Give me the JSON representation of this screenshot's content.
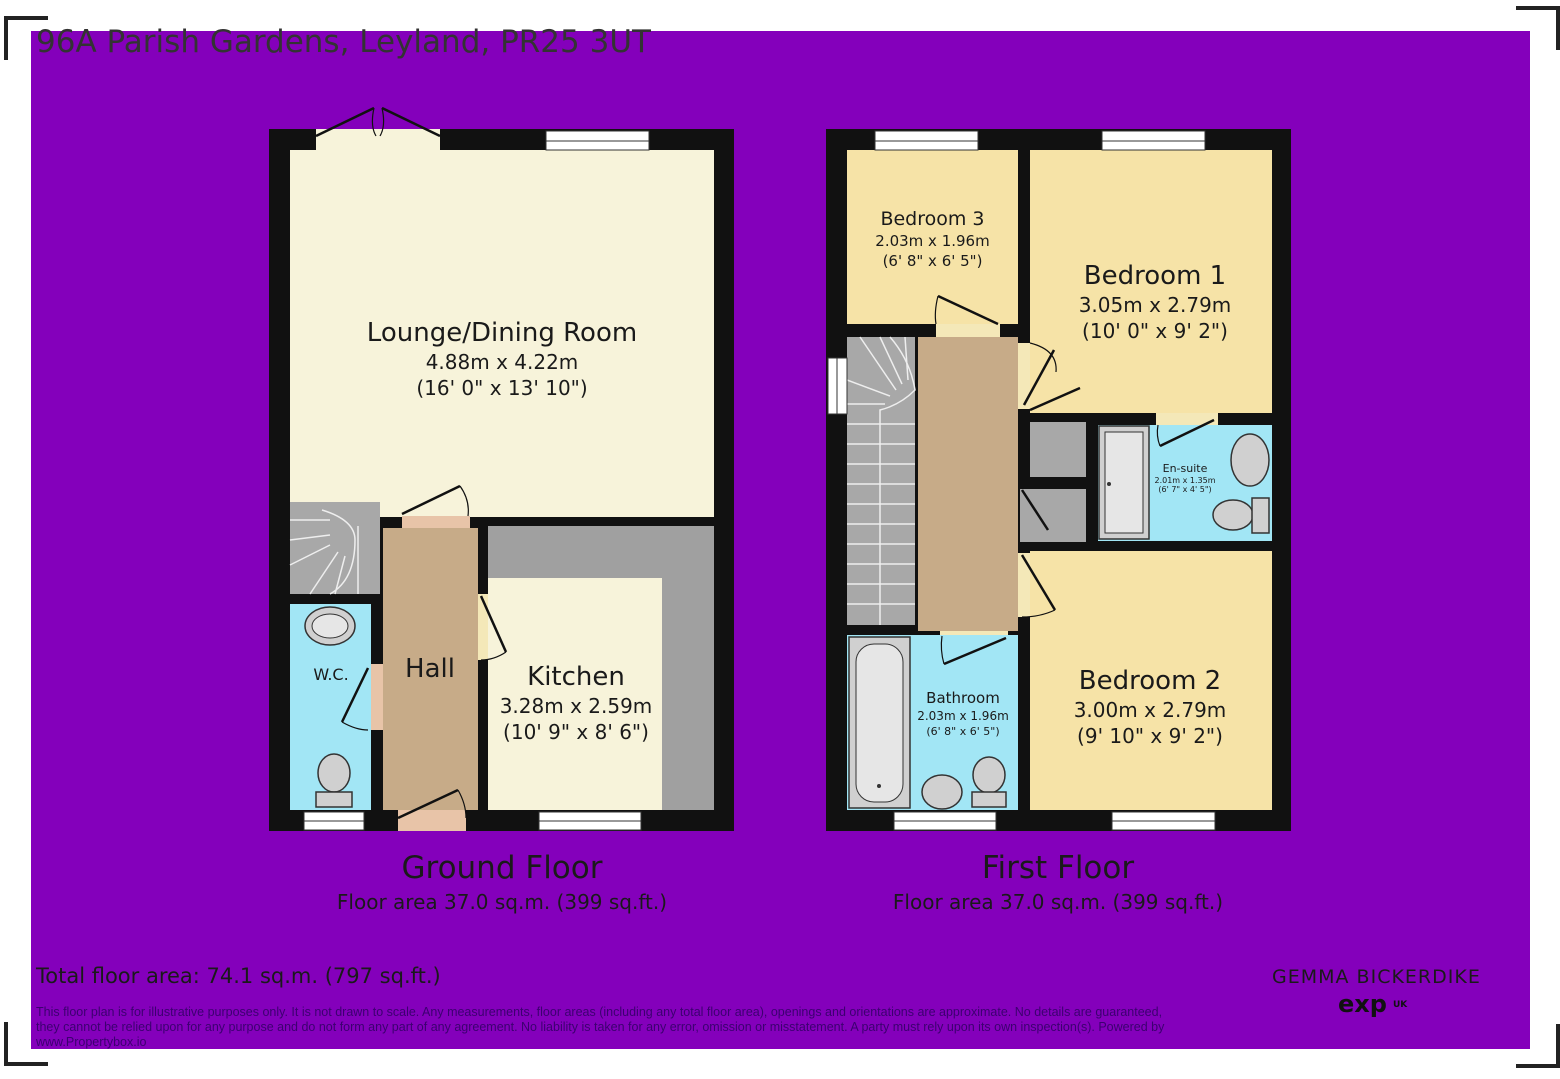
{
  "title": "96A Parish Gardens, Leyland, PR25 3UT",
  "ground_floor": {
    "label": "Ground Floor",
    "area": "Floor area 37.0 sq.m. (399 sq.ft.)",
    "rooms": {
      "lounge": {
        "name": "Lounge/Dining Room",
        "metric": "4.88m x 4.22m",
        "imperial": "(16' 0\" x 13' 10\")"
      },
      "kitchen": {
        "name": "Kitchen",
        "metric": "3.28m x 2.59m",
        "imperial": "(10' 9\" x 8' 6\")"
      },
      "hall": {
        "name": "Hall"
      },
      "wc": {
        "name": "W.C."
      }
    }
  },
  "first_floor": {
    "label": "First Floor",
    "area": "Floor area 37.0 sq.m. (399 sq.ft.)",
    "rooms": {
      "bedroom3": {
        "name": "Bedroom 3",
        "metric": "2.03m x 1.96m",
        "imperial": "(6' 8\" x 6' 5\")"
      },
      "bedroom1": {
        "name": "Bedroom 1",
        "metric": "3.05m x 2.79m",
        "imperial": "(10' 0\" x 9' 2\")"
      },
      "ensuite": {
        "name": "En-suite",
        "metric": "2.01m x 1.35m",
        "imperial": "(6' 7\" x 4' 5\")"
      },
      "bathroom": {
        "name": "Bathroom",
        "metric": "2.03m x 1.96m",
        "imperial": "(6' 8\" x 6' 5\")"
      },
      "bedroom2": {
        "name": "Bedroom 2",
        "metric": "3.00m x 2.79m",
        "imperial": "(9' 10\" x 9' 2\")"
      }
    }
  },
  "total_area": "Total floor area: 74.1 sq.m. (797 sq.ft.)",
  "disclaimer": "This floor plan is for illustrative purposes only. It is not drawn to scale. Any measurements, floor areas (including any total floor area), openings and orientations are approximate. No details are guaranteed, they cannot be relied upon for any purpose and do not form any part of any agreement. No liability is taken for any error, omission or misstatement. A party must rely upon its own inspection(s). Powered by www.Propertybox.io",
  "brand": {
    "name": "GEMMA BICKERDIKE",
    "logo": "exp",
    "region": "UK"
  },
  "colors": {
    "background": "#8400bb",
    "walls": "#111111",
    "living": "#f7f3da",
    "bedroom": "#f6e3a7",
    "wet_room": "#a2e6f5",
    "hall": "#c7ab88",
    "stairs": "#aaaaaa",
    "storage": "#a0a0a0"
  }
}
